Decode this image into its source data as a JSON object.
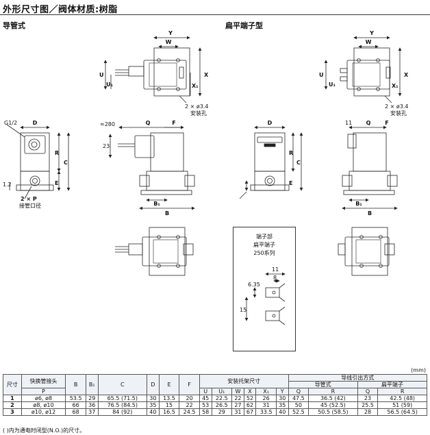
{
  "header": {
    "title": "外形尺寸图／阀体材质:树脂",
    "left_section": "导管式",
    "right_section": "扁平端子型"
  },
  "labels": {
    "U": "U",
    "U1": "U₁",
    "W": "W",
    "X": "X",
    "X1": "X₁",
    "Y": "Y",
    "Q": "Q",
    "F": "F",
    "D": "D",
    "R": "R",
    "C": "C",
    "E": "E",
    "B": "B",
    "B1": "B₁",
    "mount_hole": "2 × ø3.4",
    "mount_hole_cn": "安装孔",
    "lead": "≈280",
    "dim23": "23",
    "thread": "G1/2",
    "dim12": "1.2",
    "port": "2 × P",
    "port_cn": "接管口径",
    "dim11": "11",
    "dim635": "6.35",
    "dim8": "8",
    "dim15": "15"
  },
  "inset": {
    "line1": "端子部",
    "line2": "扁平端子",
    "line3": "250系列"
  },
  "table": {
    "unit": "(mm)",
    "h_size": "尺寸",
    "h_fitting": "快换管接头",
    "h_P": "P",
    "h_B": "B",
    "h_B1": "B₁",
    "h_C": "C",
    "h_D": "D",
    "h_E": "E",
    "h_F": "F",
    "h_bracket": "安装托架尺寸",
    "h_U": "U",
    "h_U1": "U₁",
    "h_W": "W",
    "h_X": "X",
    "h_X1": "X₁",
    "h_Y": "Y",
    "h_wiring": "导线引出方式",
    "h_grommet": "导管式",
    "h_flat": "扁平端子",
    "h_Q": "Q",
    "h_R": "R",
    "h_Q2": "Q",
    "h_R2": "R",
    "rows": [
      {
        "size": "1",
        "P": "ø6, ø8",
        "B": "53.5",
        "B1": "29",
        "C": "65.5 (71.5)",
        "D": "30",
        "E": "13.5",
        "F": "20",
        "U": "45",
        "U1": "22.5",
        "W": "22",
        "X": "52",
        "X1": "26",
        "Y": "30",
        "Q": "47.5",
        "R": "36.5 (42)",
        "Q2": "23",
        "R2": "42.5 (48)"
      },
      {
        "size": "2",
        "P": "ø8, ø10",
        "B": "66",
        "B1": "36",
        "C": "76.5 (84.5)",
        "D": "35",
        "E": "15",
        "F": "22",
        "U": "53",
        "U1": "26.5",
        "W": "27",
        "X": "62",
        "X1": "31",
        "Y": "35",
        "Q": "50",
        "R": "45 (52.5)",
        "Q2": "25.5",
        "R2": "51 (59)"
      },
      {
        "size": "3",
        "P": "ø10, ø12",
        "B": "68",
        "B1": "37",
        "C": "84 (92)",
        "D": "40",
        "E": "16.5",
        "F": "24.5",
        "U": "58",
        "U1": "29",
        "W": "31",
        "X": "67",
        "X1": "33.5",
        "Y": "40",
        "Q": "52.5",
        "R": "50.5 (58.5)",
        "Q2": "28",
        "R2": "56.5 (64.5)"
      }
    ],
    "note": "( )内为通电时闭型(N.O.)的尺寸。"
  }
}
